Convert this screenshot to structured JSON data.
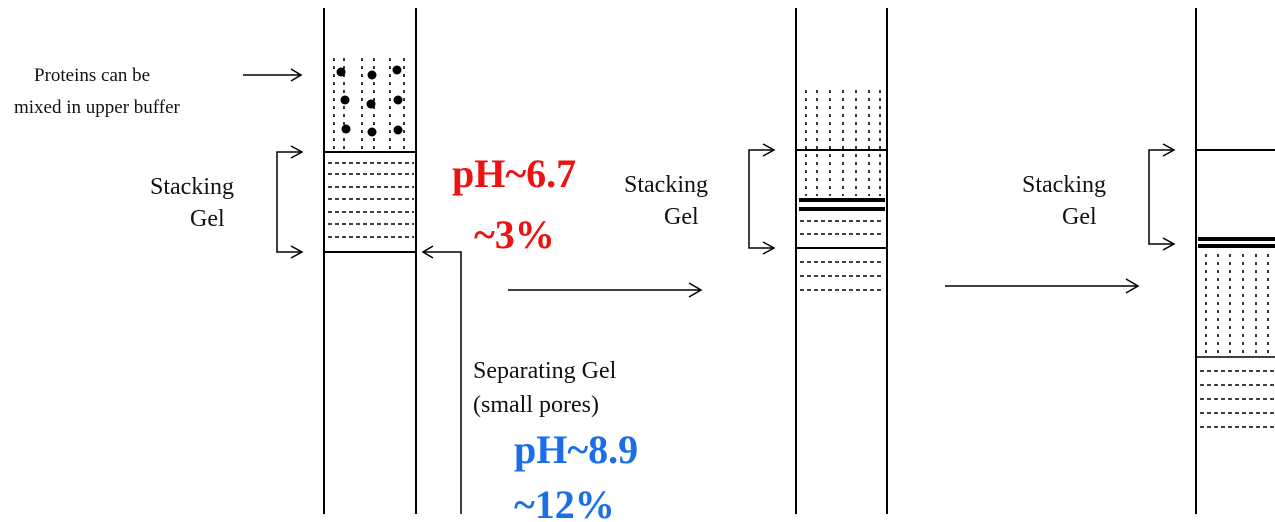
{
  "labels": {
    "proteins_line1": "Proteins can be",
    "proteins_line2": "mixed in upper buffer",
    "stacking_gel_1": "Stacking",
    "stacking_gel_2": "Gel",
    "separating_gel_1": "Separating Gel",
    "separating_gel_2": "(small pores)"
  },
  "stacking_conditions": {
    "ph": "pH~6.7",
    "percent": "~3%",
    "color": "#ee1111"
  },
  "separating_conditions": {
    "ph": "pH~8.9",
    "percent": "~12%",
    "color": "#1a6ee8"
  }
}
